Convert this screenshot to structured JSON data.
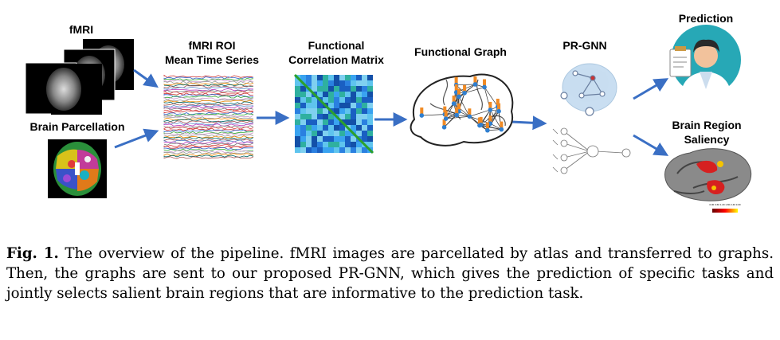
{
  "labels": {
    "fmri": "fMRI",
    "brain_parcellation": "Brain Parcellation",
    "roi_line1": "fMRI ROI",
    "roi_line2": "Mean Time Series",
    "corr_line1": "Functional",
    "corr_line2": "Correlation Matrix",
    "functional_graph": "Functional Graph",
    "prgnn": "PR-GNN",
    "prediction": "Prediction",
    "saliency_line1": "Brain Region",
    "saliency_line2": "Saliency",
    "colorbar_ticks": "0.00 0.60 1.20 1.80 2.40 3.00"
  },
  "caption": {
    "prefix": "Fig. 1.",
    "text": " The overview of the pipeline. fMRI images are parcellated by atlas and transferred to graphs. Then, the graphs are sent to our proposed PR-GNN, which gives the prediction of specific tasks and jointly selects salient brain regions that are informative to the prediction task."
  },
  "colors": {
    "arrow": "#3a6fc4",
    "matrix_base": "#1e6fd6",
    "teal_circle": "#27a8b6",
    "saliency_red": "#d62020"
  }
}
